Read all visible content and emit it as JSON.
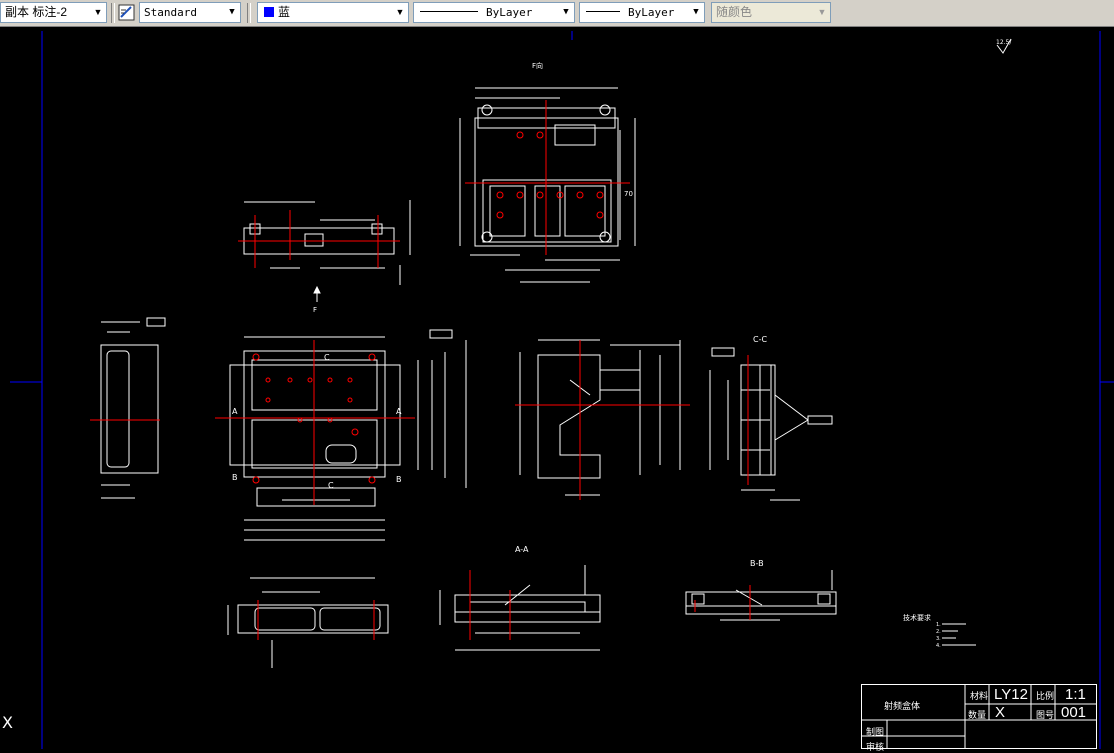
{
  "toolbar": {
    "dimstyle_label": "副本 标注-2",
    "textstyle_label": "Standard",
    "color_label": "蓝",
    "color_hex": "#0000ff",
    "linetype_label": "ByLayer",
    "lineweight_label": "ByLayer",
    "plotstyle_label": "随颜色",
    "icons": [
      "dimstyle-icon",
      "textstyle-icon"
    ]
  },
  "drawing": {
    "roughness_mark": "12.5/",
    "view_f_title": "F向",
    "view_f_arrow_label": "F",
    "section_aa_title": "A-A",
    "section_bb_title": "B-B",
    "section_cc_title": "C-C",
    "cut_label_a": "A",
    "cut_label_b": "B",
    "cut_label_c": "C",
    "dim_70": "70",
    "notes_title": "技术要求",
    "notes_lines": [
      "1.",
      "2.",
      "3.",
      "4."
    ],
    "colors": {
      "outline": "#ffffff",
      "dimension": "#ffffff",
      "centerline": "#ff0000",
      "hole": "#ff0000",
      "frame": "#0000ff"
    }
  },
  "titleblock": {
    "part_name": "射频盒体",
    "material_label": "材料",
    "material_value": "LY12",
    "scale_label": "比例",
    "scale_value": "1:1",
    "qty_label": "数量",
    "qty_value": "X",
    "drawing_no_label": "图号",
    "drawing_no_value": "001",
    "drawn_label": "制图",
    "checked_label": "审核"
  }
}
